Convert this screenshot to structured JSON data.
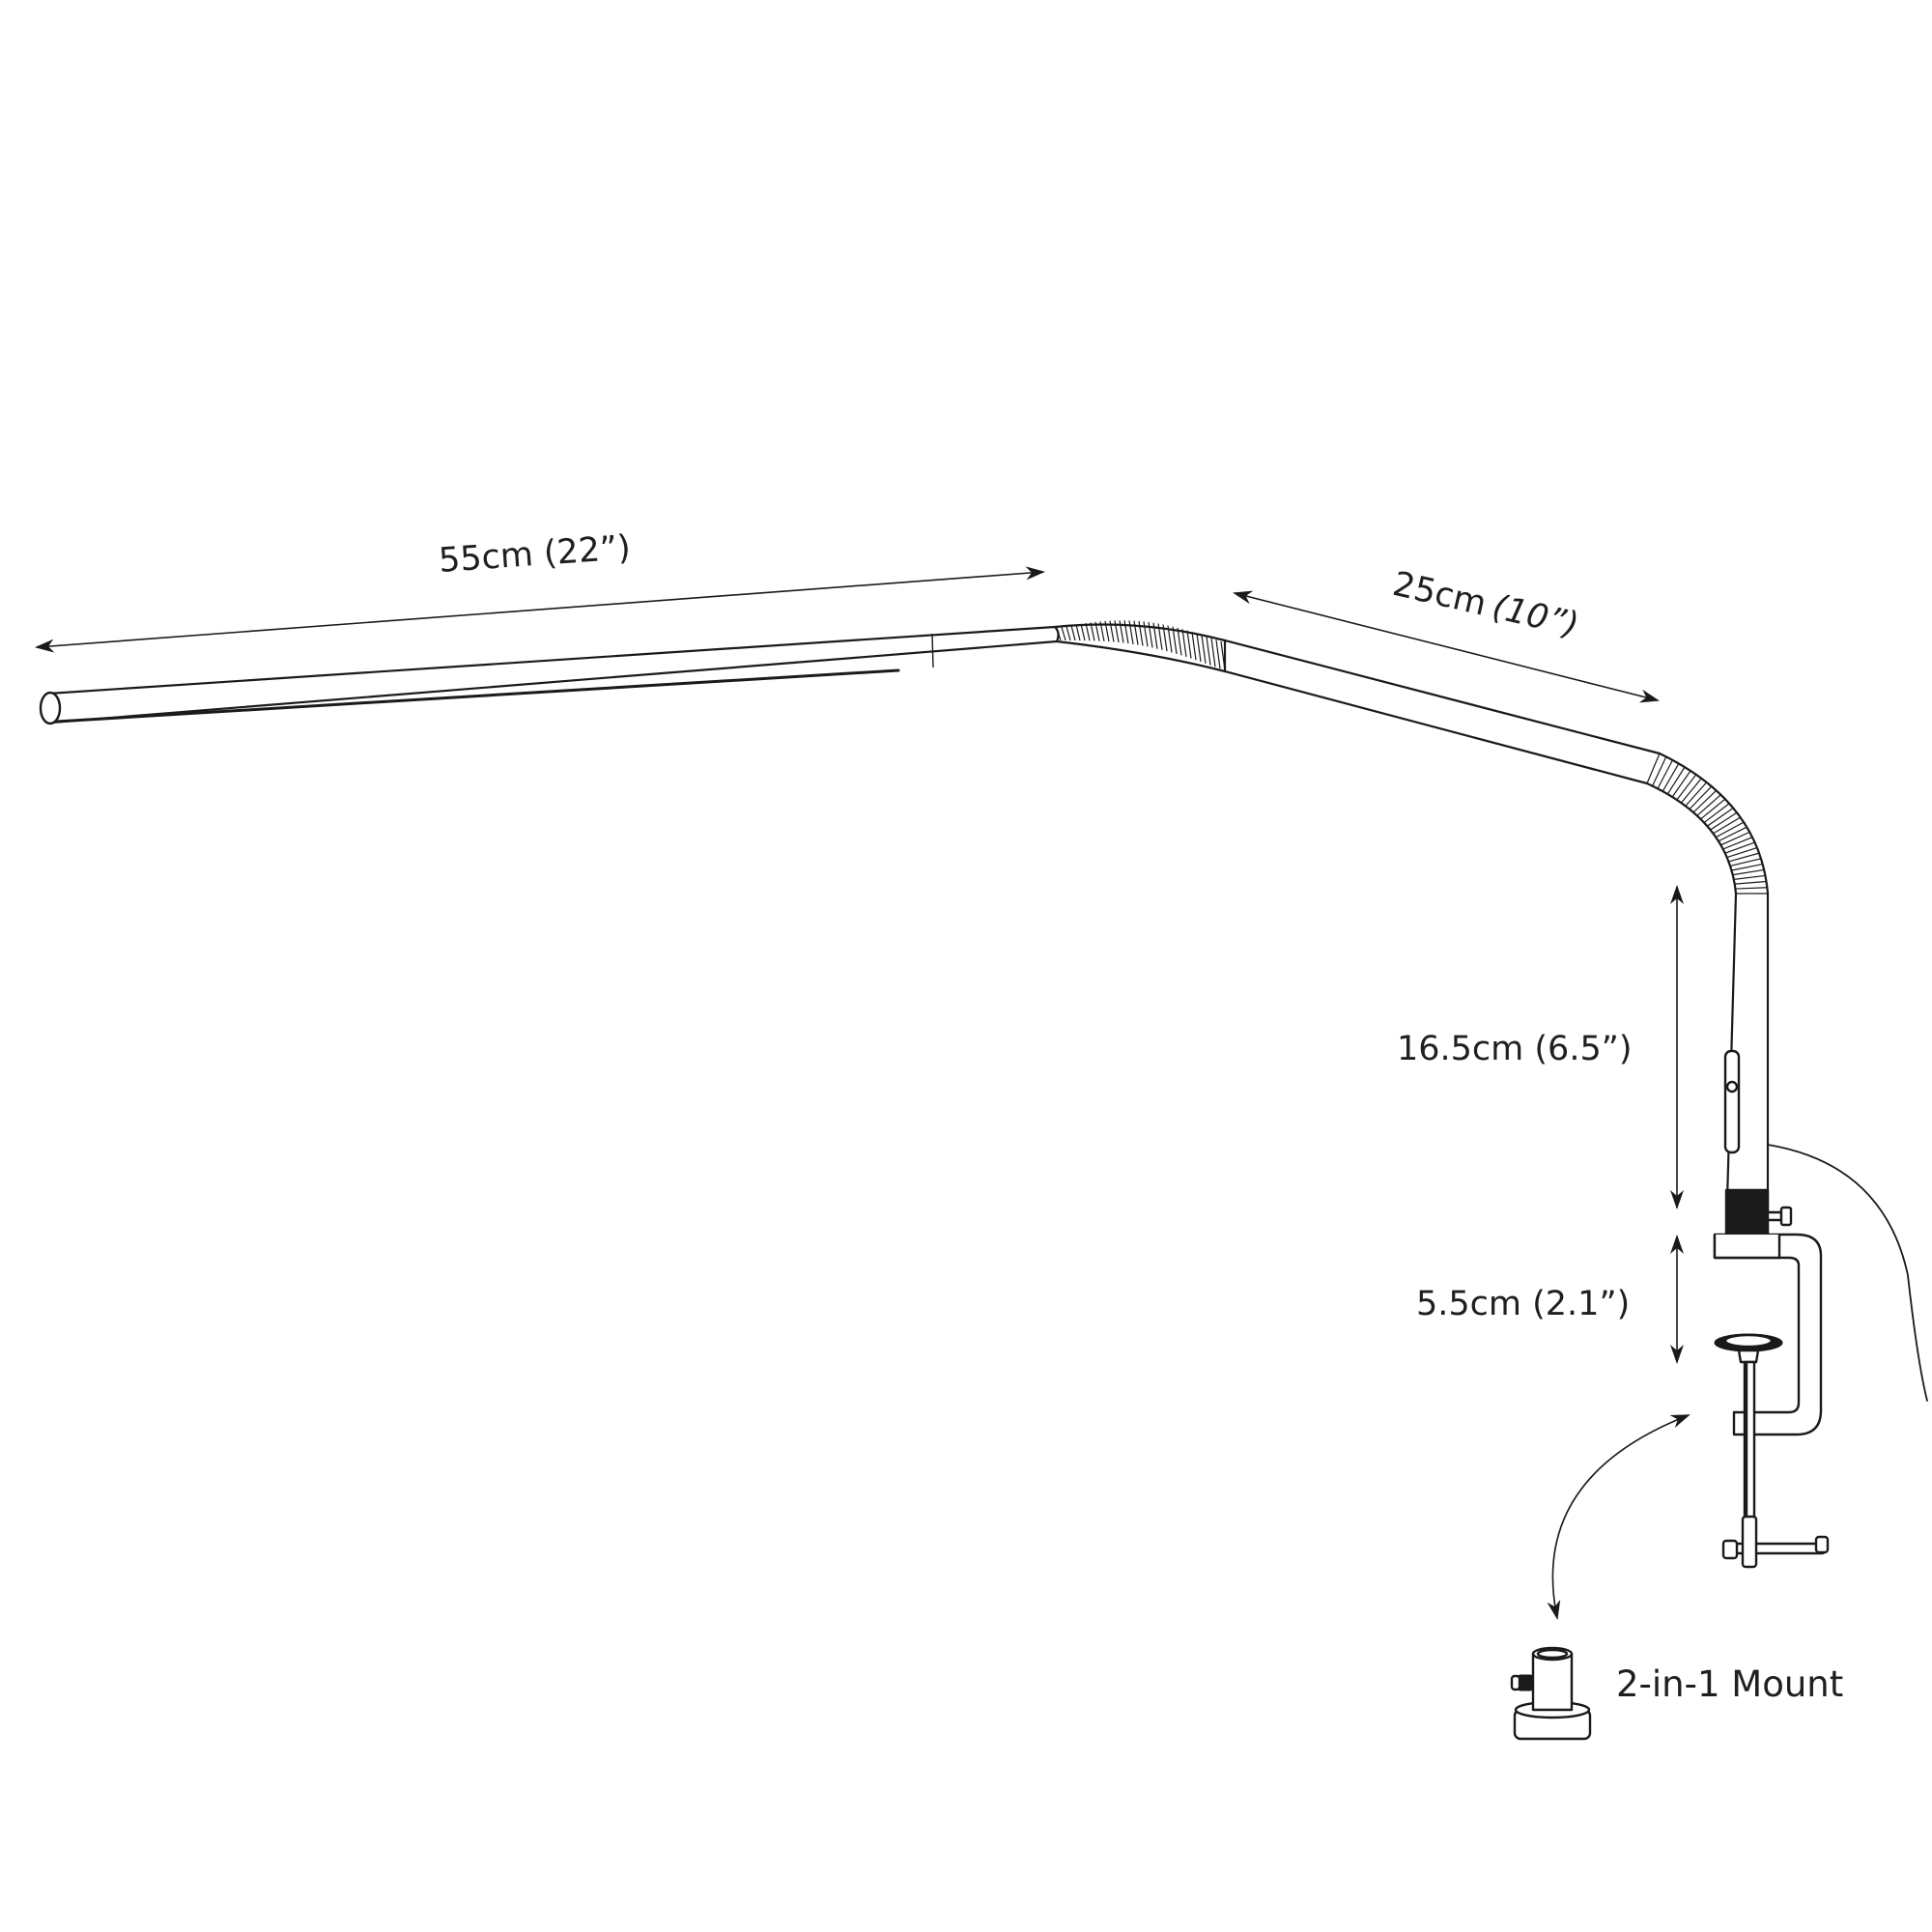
{
  "diagram": {
    "labels": {
      "arm_length": "55cm (22”)",
      "elbow_length_value": "25cm",
      "elbow_length_inch": "(10”)",
      "stem_height": "16.5cm (6.5”)",
      "clamp_height": "5.5cm (2.1”)",
      "mount_caption": "2-in-1 Mount"
    },
    "colors": {
      "ink": "#1a1a1a",
      "background": "#ffffff"
    }
  }
}
